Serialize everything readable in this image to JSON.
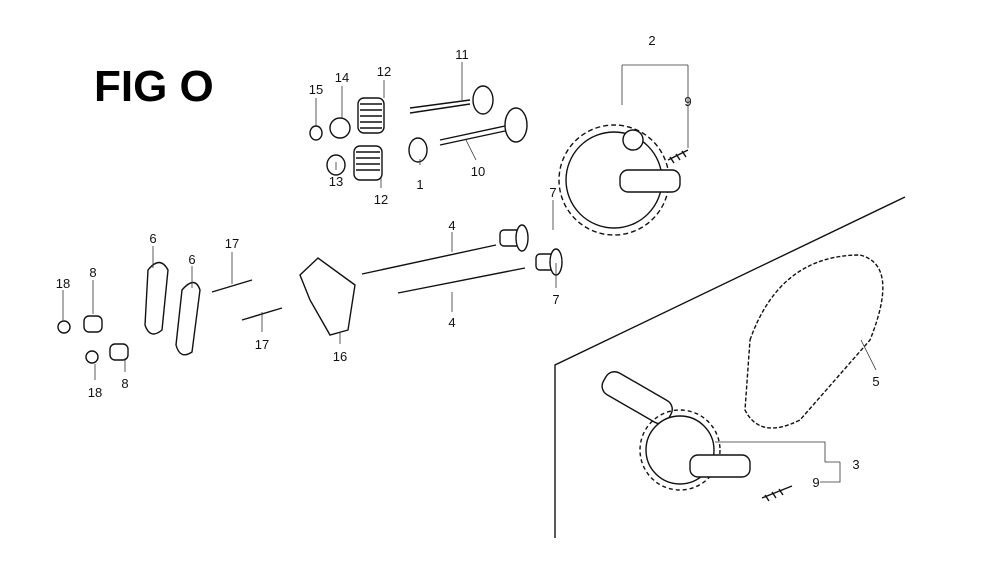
{
  "figure": {
    "title": "FIG O",
    "labels": {
      "l15": "15",
      "l14": "14",
      "l12a": "12",
      "l11": "11",
      "l2": "2",
      "l9a": "9",
      "l1": "1",
      "l10": "10",
      "l13": "13",
      "l12b": "12",
      "l7a": "7",
      "l7b": "7",
      "l4a": "4",
      "l4b": "4",
      "l6a": "6",
      "l6b": "6",
      "l17a": "17",
      "l17b": "17",
      "l16": "16",
      "l18a": "18",
      "l8a": "8",
      "l18b": "18",
      "l8b": "8",
      "l5": "5",
      "l3": "3",
      "l9b": "9"
    }
  }
}
